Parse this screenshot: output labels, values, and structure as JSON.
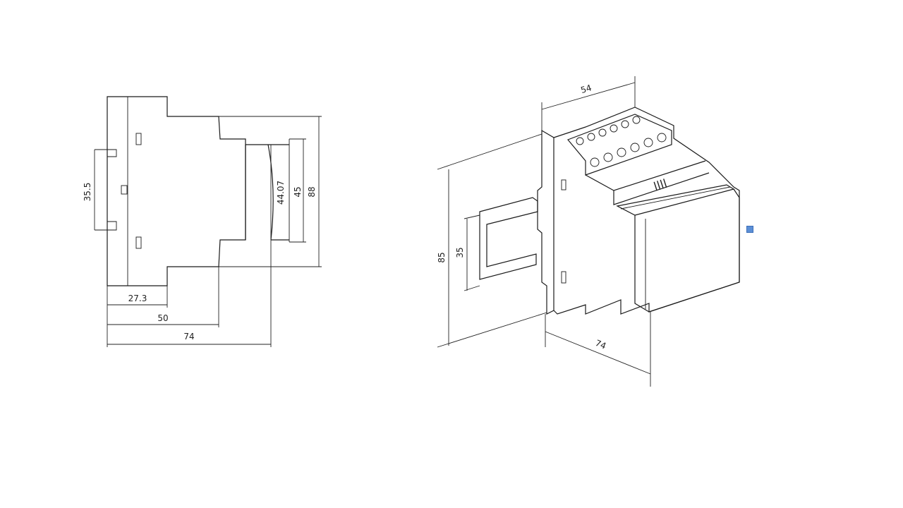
{
  "side_view": {
    "dims": {
      "rail_height": "35.5",
      "inner_height": "44.07",
      "front_height": "45",
      "total_height": "88",
      "depth_a": "27.3",
      "depth_b": "50",
      "depth_total": "74"
    }
  },
  "iso_view": {
    "dims": {
      "width": "54",
      "height": "85",
      "rail": "35",
      "depth": "74"
    }
  },
  "colors": {
    "selection_handle": "#5b8fd6"
  }
}
